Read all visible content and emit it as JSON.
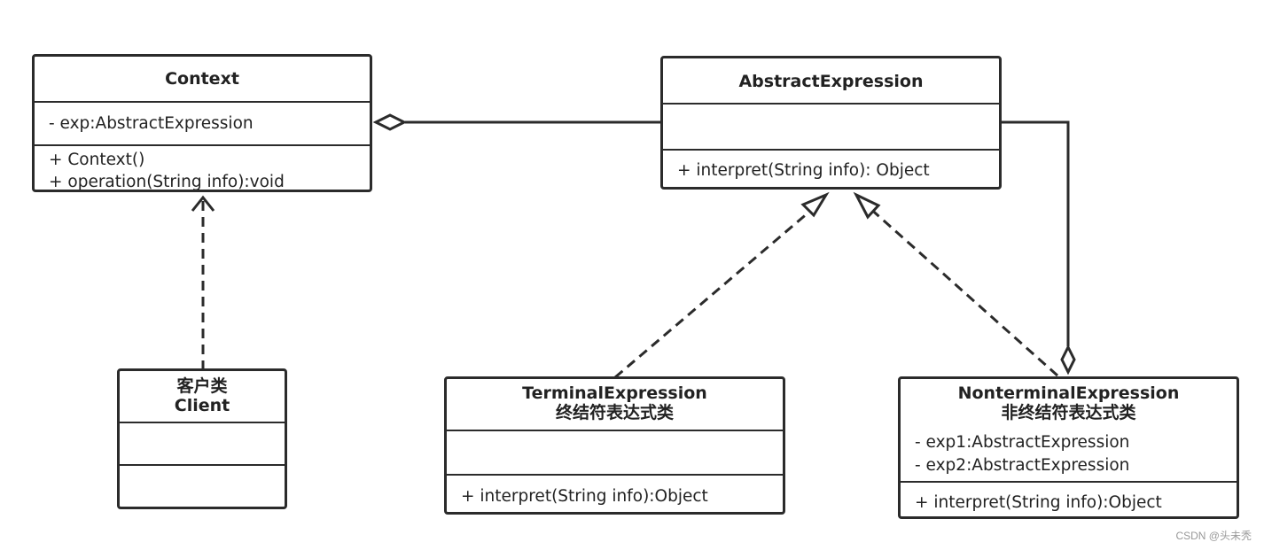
{
  "classes": {
    "context": {
      "name": "Context",
      "attributes": [
        "- exp:AbstractExpression"
      ],
      "methods": [
        "+ Context()",
        "+ operation(String info):void"
      ]
    },
    "abstract_expression": {
      "name": "AbstractExpression",
      "attributes": [],
      "methods": [
        "+ interpret(String info): Object"
      ]
    },
    "client": {
      "name_cn": "客户类",
      "name": "Client",
      "attributes": [],
      "methods": []
    },
    "terminal_expression": {
      "name": "TerminalExpression",
      "name_cn": "终结符表达式类",
      "attributes": [],
      "methods": [
        "+ interpret(String info):Object"
      ]
    },
    "nonterminal_expression": {
      "name": "NonterminalExpression",
      "name_cn": "非终结符表达式类",
      "attributes": [
        "- exp1:AbstractExpression",
        "- exp2:AbstractExpression"
      ],
      "methods": [
        "+ interpret(String info):Object"
      ]
    }
  },
  "relationships": [
    {
      "type": "aggregation",
      "from": "Context",
      "to": "AbstractExpression"
    },
    {
      "type": "dependency",
      "from": "Client",
      "to": "Context"
    },
    {
      "type": "realization",
      "from": "TerminalExpression",
      "to": "AbstractExpression"
    },
    {
      "type": "realization",
      "from": "NonterminalExpression",
      "to": "AbstractExpression"
    },
    {
      "type": "aggregation",
      "from": "NonterminalExpression",
      "to": "AbstractExpression"
    }
  ],
  "watermark": "CSDN @头未秃"
}
